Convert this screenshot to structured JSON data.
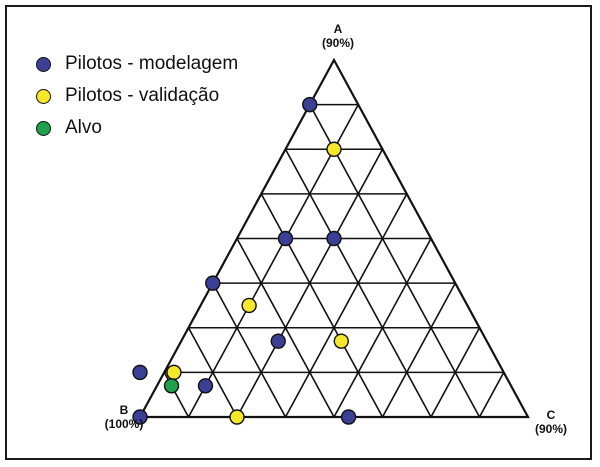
{
  "legend": {
    "items": [
      {
        "label": "Pilotos - modelagem",
        "color": "#3b3f96"
      },
      {
        "label": "Pilotos - validação",
        "color": "#f5e72a"
      },
      {
        "label": "Alvo",
        "color": "#1fa04a"
      }
    ]
  },
  "vertices": {
    "a": {
      "name": "A",
      "value": "(90%)"
    },
    "b": {
      "name": "B",
      "value": "(100%)"
    },
    "c": {
      "name": "C",
      "value": "(90%)"
    }
  },
  "grid": {
    "divisions": 8
  },
  "points": [
    {
      "group": "modelagem",
      "a": 7,
      "c": 0
    },
    {
      "group": "validacao",
      "a": 6,
      "c": 1
    },
    {
      "group": "modelagem",
      "a": 4,
      "c": 1
    },
    {
      "group": "modelagem",
      "a": 4,
      "c": 2
    },
    {
      "group": "modelagem",
      "a": 3,
      "c": 0
    },
    {
      "group": "validacao",
      "a": 2.5,
      "c": 1
    },
    {
      "group": "modelagem",
      "a": 1.7,
      "c": 2
    },
    {
      "group": "validacao",
      "a": 1.7,
      "c": 3.3
    },
    {
      "group": "modelagem",
      "a": 1,
      "c": -0.5
    },
    {
      "group": "validacao",
      "a": 1,
      "c": 0.2
    },
    {
      "group": "alvo",
      "a": 0.7,
      "c": 0.3
    },
    {
      "group": "modelagem",
      "a": 0.7,
      "c": 1
    },
    {
      "group": "modelagem",
      "a": 0,
      "c": 0
    },
    {
      "group": "validacao",
      "a": 0,
      "c": 2
    },
    {
      "group": "modelagem",
      "a": 0,
      "c": 4.3
    }
  ]
}
